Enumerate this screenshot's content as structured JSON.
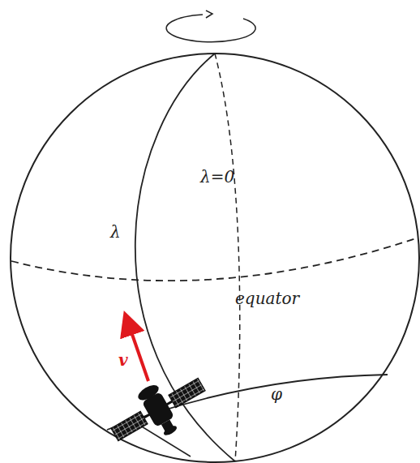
{
  "diagram": {
    "labels": [
      "λ=0",
      "λ",
      "equator",
      "v",
      "φ"
    ]
  }
}
